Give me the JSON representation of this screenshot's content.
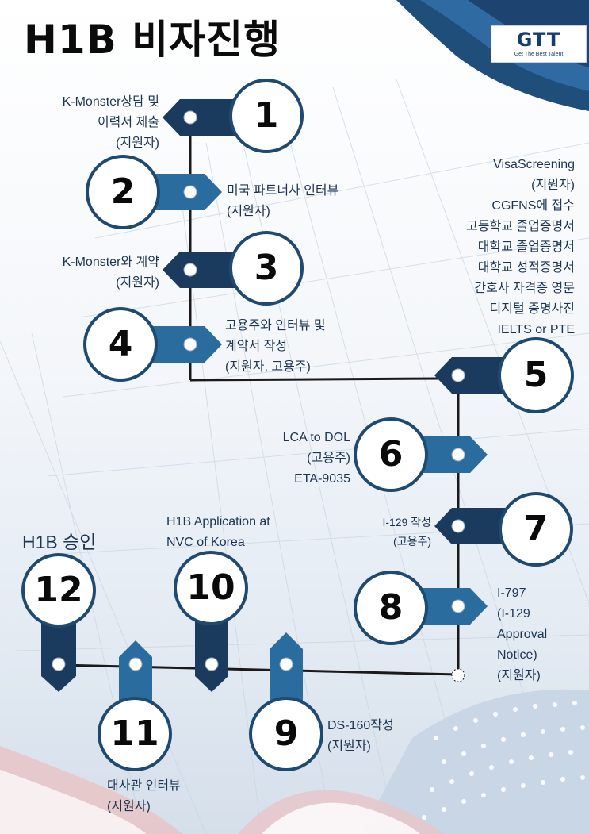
{
  "title": "H1B 비자진행",
  "logo": {
    "name": "GTT",
    "tagline": "Get The Best Talent"
  },
  "colors": {
    "dark_navy": "#1b3b5e",
    "mid_blue": "#2b6c9f",
    "ring": "#1e4a72",
    "text": "#1b3552"
  },
  "final": {
    "label": "H1B 승인"
  },
  "steps": [
    {
      "num": "1",
      "lines": [
        "K-Monster상담 및",
        "이력서 제출",
        "(지원자)"
      ]
    },
    {
      "num": "2",
      "lines": [
        "미국 파트너사 인터뷰",
        "(지원자)"
      ]
    },
    {
      "num": "3",
      "lines": [
        "K-Monster와 계약",
        "(지원자)"
      ]
    },
    {
      "num": "4",
      "lines": [
        "고용주와 인터뷰 및",
        "계약서 작성",
        "(지원자, 고용주)"
      ]
    },
    {
      "num": "5",
      "lines": [
        "VisaScreening",
        "(지원자)",
        "CGFNS에 접수",
        "고등학교 졸업증명서",
        "대학교 졸업증명서",
        "대학교 성적증명서",
        "간호사 자격증 영문",
        "디지털 증명사진",
        "IELTS or PTE"
      ]
    },
    {
      "num": "6",
      "lines": [
        "LCA to DOL",
        "(고용주)",
        "ETA-9035"
      ]
    },
    {
      "num": "7",
      "lines": [
        "I-129 작성",
        "(고용주)"
      ]
    },
    {
      "num": "8",
      "lines": [
        "I-797",
        "(I-129",
        "Approval",
        "Notice)",
        "(지원자)"
      ]
    },
    {
      "num": "9",
      "lines": [
        "DS-160작성",
        "(지원자)"
      ]
    },
    {
      "num": "10",
      "lines": [
        "H1B Application at",
        "NVC of Korea"
      ]
    },
    {
      "num": "11",
      "lines": [
        "대사관 인터뷰",
        "(지원자)"
      ]
    },
    {
      "num": "12",
      "lines": []
    }
  ]
}
